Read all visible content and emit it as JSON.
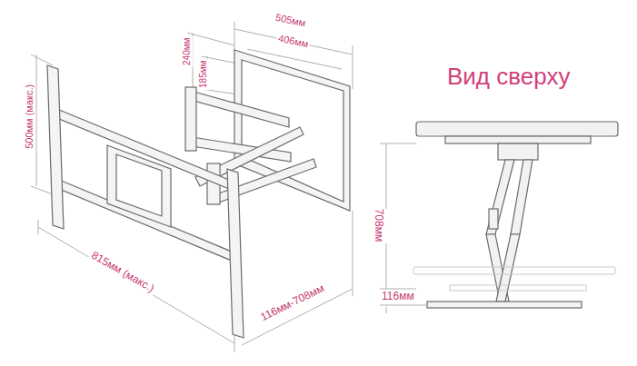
{
  "diagram": {
    "labels": [
      "505мм",
      "406мм",
      "240мм",
      "185мм",
      "500мм (макс.)",
      "815мм (макс.)",
      "116мм-708мм",
      "Вид сверху",
      "708мм",
      "116мм"
    ]
  }
}
